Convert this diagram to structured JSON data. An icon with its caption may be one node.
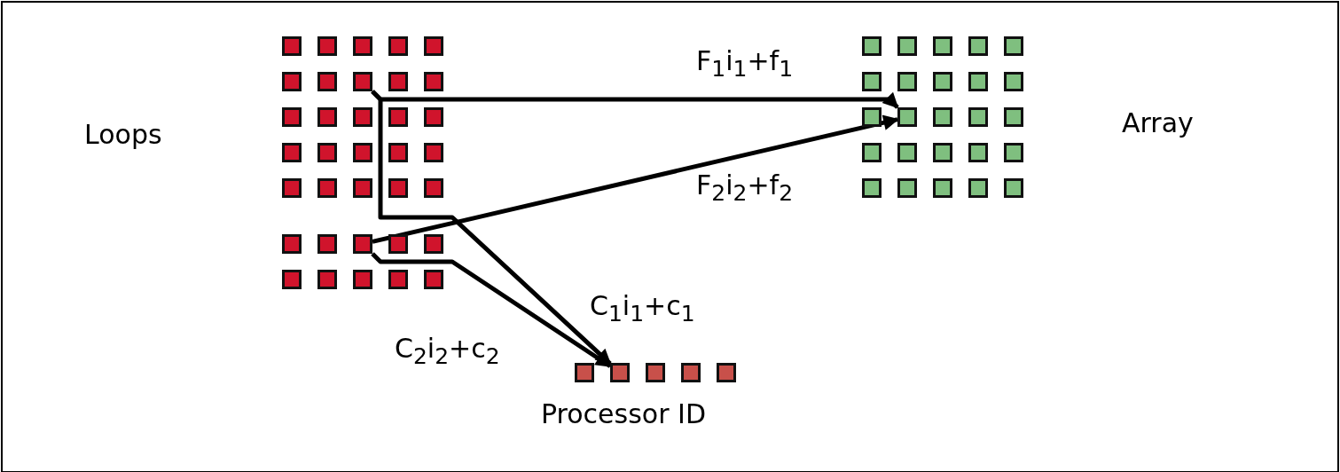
{
  "diagram": {
    "nodes": [
      {
        "text": [],
        "shape": "box"
      },
      {
        "text": [],
        "shape": "box"
      },
      {
        "text": [],
        "shape": "box"
      },
      {
        "text": [],
        "shape": "box"
      },
      {
        "text": [],
        "shape": "box"
      },
      {
        "text": [],
        "shape": "box"
      },
      {
        "text": [],
        "shape": "box"
      },
      {
        "text": [],
        "shape": "box"
      },
      {
        "text": [],
        "shape": "box"
      },
      {
        "text": [],
        "shape": "box"
      },
      {
        "text": [],
        "shape": "box"
      },
      {
        "text": [],
        "shape": "box"
      },
      {
        "text": [],
        "shape": "box"
      },
      {
        "text": [],
        "shape": "box"
      },
      {
        "text": [],
        "shape": "box"
      },
      {
        "text": [],
        "shape": "box"
      },
      {
        "text": [],
        "shape": "box"
      },
      {
        "text": [],
        "shape": "box"
      },
      {
        "text": [],
        "shape": "box"
      },
      {
        "text": [],
        "shape": "box"
      },
      {
        "text": [],
        "shape": "box"
      },
      {
        "text": [],
        "shape": "box"
      },
      {
        "text": [],
        "shape": "box"
      },
      {
        "text": [],
        "shape": "box"
      },
      {
        "text": [],
        "shape": "box"
      },
      {
        "text": [],
        "shape": "box"
      },
      {
        "text": [],
        "shape": "box"
      },
      {
        "text": [],
        "shape": "box"
      },
      {
        "text": [],
        "shape": "box"
      },
      {
        "text": [],
        "shape": "box"
      },
      {
        "text": [],
        "shape": "box"
      },
      {
        "text": [],
        "shape": "box"
      },
      {
        "text": [],
        "shape": "box"
      },
      {
        "text": [],
        "shape": "box"
      },
      {
        "text": [],
        "shape": "box"
      },
      {
        "text": [],
        "shape": "box"
      },
      {
        "text": [],
        "shape": "box"
      },
      {
        "text": [],
        "shape": "box"
      },
      {
        "text": [],
        "shape": "box"
      },
      {
        "text": [],
        "shape": "box"
      },
      {
        "text": [],
        "shape": "box"
      },
      {
        "text": [],
        "shape": "box"
      },
      {
        "text": [],
        "shape": "box"
      },
      {
        "text": [],
        "shape": "box"
      },
      {
        "text": [],
        "shape": "box"
      },
      {
        "text": [],
        "shape": "box"
      },
      {
        "text": [],
        "shape": "box"
      },
      {
        "text": [],
        "shape": "box"
      },
      {
        "text": [],
        "shape": "box"
      },
      {
        "text": [],
        "shape": "box"
      },
      {
        "text": [],
        "shape": "box"
      },
      {
        "text": [],
        "shape": "box"
      },
      {
        "text": [],
        "shape": "box"
      },
      {
        "text": [],
        "shape": "box"
      },
      {
        "text": [],
        "shape": "box"
      },
      {
        "text": [],
        "shape": "box"
      },
      {
        "text": [],
        "shape": "box"
      },
      {
        "text": [],
        "shape": "box"
      },
      {
        "text": [],
        "shape": "box"
      },
      {
        "text": [],
        "shape": "box"
      },
      {
        "text": [],
        "shape": "box"
      },
      {
        "text": [],
        "shape": "box"
      },
      {
        "text": [],
        "shape": "box"
      },
      {
        "text": [],
        "shape": "box"
      },
      {
        "text": [],
        "shape": "box"
      }
    ],
    "edges": [
      {
        "from": 7,
        "to": 36,
        "arrow": "to",
        "label": "F$_{1}$i$_{1}$+f$_{1}$"
      },
      {
        "from": 52,
        "to": 36,
        "arrow": "to",
        "label": "F$_{2}$i$_{2}$+f$_{2}$"
      },
      {
        "from": 7,
        "to": 61,
        "arrow": "to",
        "label": "C$_{1}$i$_{1}$+c$_{1}$"
      },
      {
        "from": 52,
        "to": 61,
        "arrow": "to",
        "label": "C$_{2}$i$_{2}$+c$_{2}$"
      }
    ],
    "labels": [
      "Loops",
      "Array",
      "Processor ID"
    ]
  }
}
